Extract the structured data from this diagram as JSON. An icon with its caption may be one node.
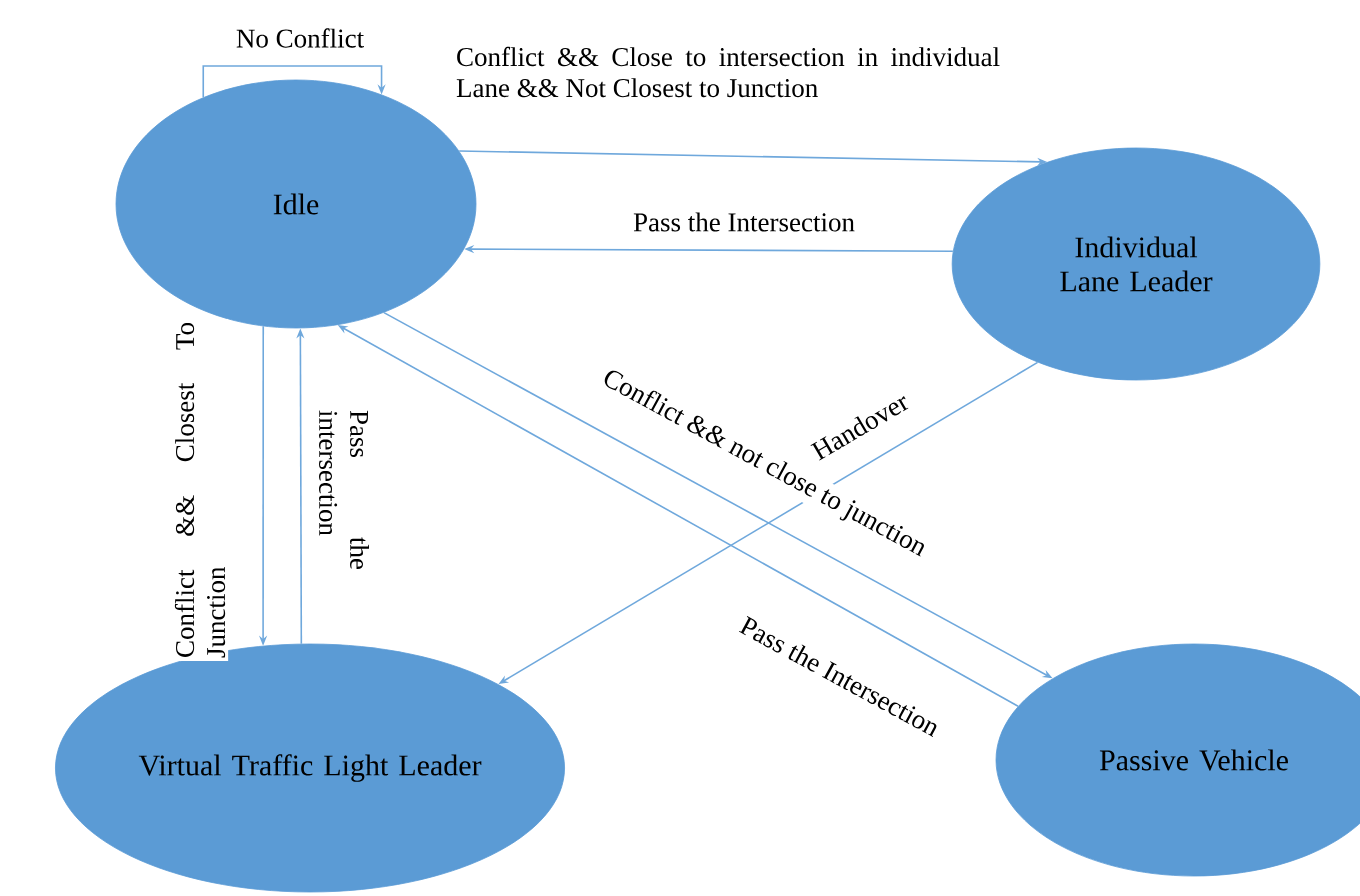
{
  "diagram": {
    "nodes": [
      {
        "text": [
          "Idle"
        ]
      },
      {
        "text": [
          "Individual Lane Leader"
        ]
      },
      {
        "text": [
          "Virtual Traffic Light Leader"
        ]
      },
      {
        "text": [
          "Passive Vehicle"
        ]
      }
    ],
    "edges": [
      {
        "from": 0,
        "to": 0,
        "arrow": "to",
        "label": "No Conflict"
      },
      {
        "from": 0,
        "to": 1,
        "arrow": "to",
        "label": "Conflict && Close to intersection in individual Lane && Not Closest to Junction"
      },
      {
        "from": 1,
        "to": 0,
        "arrow": "to",
        "label": "Pass the Intersection"
      },
      {
        "from": 0,
        "to": 2,
        "arrow": "to",
        "label": "Conflict && Closest To Junction"
      },
      {
        "from": 2,
        "to": 0,
        "arrow": "to",
        "label": "Pass the intersection"
      },
      {
        "from": 0,
        "to": 3,
        "arrow": "to",
        "label": "Conflict && not close to junction"
      },
      {
        "from": 3,
        "to": 0,
        "arrow": "to",
        "label": "Pass the Intersection"
      },
      {
        "from": 1,
        "to": 2,
        "arrow": "to",
        "label": "Handover"
      }
    ]
  }
}
